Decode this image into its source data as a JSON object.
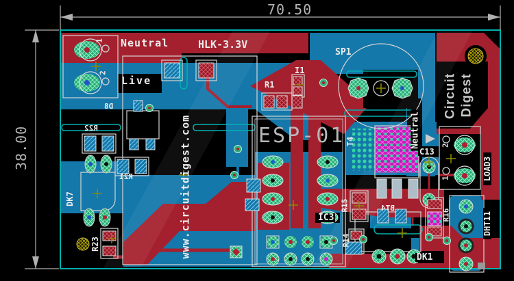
{
  "image_type": "pcb-layout-export",
  "dimensions": {
    "width_label": "70.50",
    "height_label": "38.00"
  },
  "silkscreen": {
    "neutral_top": "Neutral",
    "hlk_module": "HLK-3.3V",
    "live": "Live",
    "d8": "D8",
    "r22": "R22",
    "r21": "R21",
    "dk7": "DK7",
    "r23": "R23",
    "esp01": "ESP-01",
    "r1": "R1",
    "i1": "I1",
    "sp1": "SP1",
    "brand_line1": "Circuit",
    "brand_line2": "Digest",
    "neutral_right": "Neutral",
    "c13": "C13",
    "t4": "T4",
    "ic3": "IC3",
    "r15": "R15",
    "r14": "R14",
    "bt4": "BT4",
    "r16": "R16",
    "dk1": "DK1",
    "load3": "LOAD3",
    "dht11": "DHT11",
    "ac_pin1": "1",
    "ac_pin2": "2",
    "load_pin1": "1",
    "load_pin2": "2",
    "watermark": "www.circuitdigest.com"
  },
  "colors": {
    "top_copper_red": "#a5202e",
    "bottom_copper_blue": "#1478aa",
    "board_outline_teal": "#00b0b0",
    "pad_green": "#2fae78",
    "via_grid_magenta": "#c51cb8",
    "mounting_hole_yellow": "#b6a400",
    "silkscreen_white": "#ececec",
    "dimension_gray": "#b4b4b4"
  }
}
